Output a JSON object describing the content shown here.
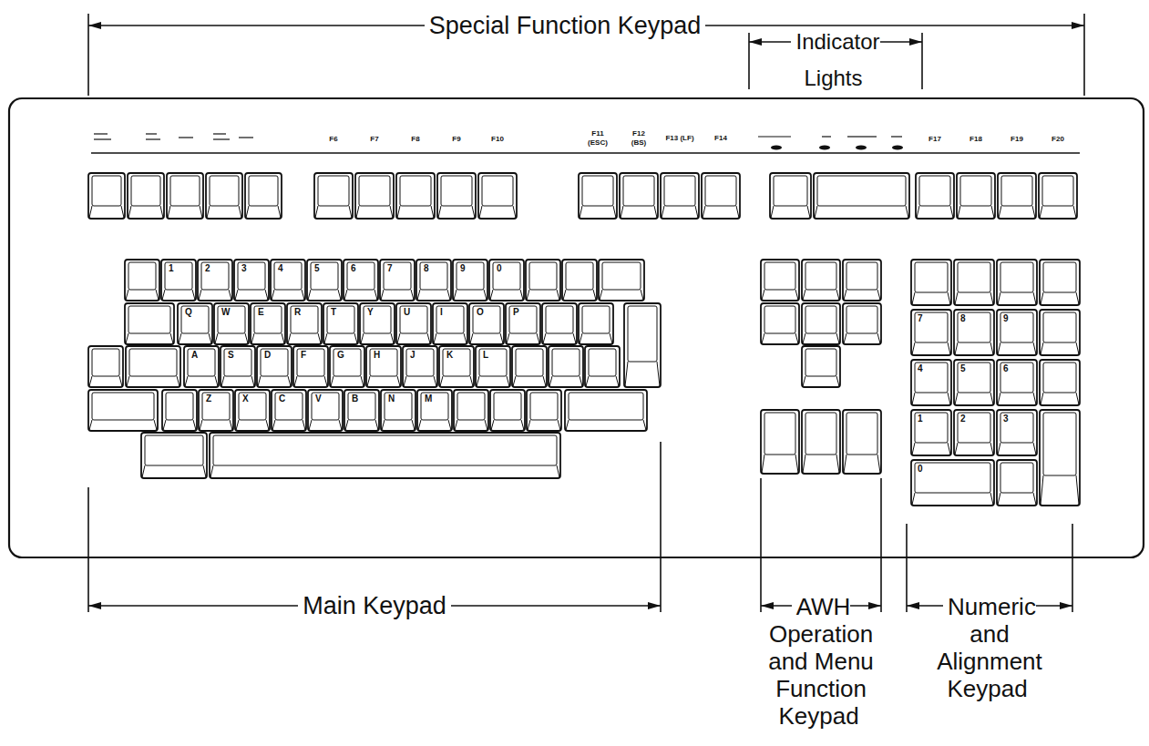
{
  "diagram": {
    "labels": [
      "Special Function Keypad",
      "Indicator Lights",
      "F6",
      "F7",
      "F8",
      "F9",
      "F10",
      "F11 (ESC)",
      "F12 (BS)",
      "F13 (LF)",
      "F14",
      "F17",
      "F18",
      "F19",
      "F20",
      "1",
      "2",
      "3",
      "4",
      "5",
      "6",
      "7",
      "8",
      "9",
      "0",
      "Q",
      "W",
      "E",
      "R",
      "T",
      "Y",
      "U",
      "I",
      "O",
      "P",
      "A",
      "S",
      "D",
      "F",
      "G",
      "H",
      "J",
      "K",
      "L",
      "Z",
      "X",
      "C",
      "V",
      "B",
      "N",
      "M",
      "7",
      "8",
      "9",
      "4",
      "5",
      "6",
      "1",
      "2",
      "3",
      "0",
      "Main Keypad",
      "AWH Operation and Menu Function Keypad",
      "Numeric and Alignment Keypad"
    ]
  }
}
